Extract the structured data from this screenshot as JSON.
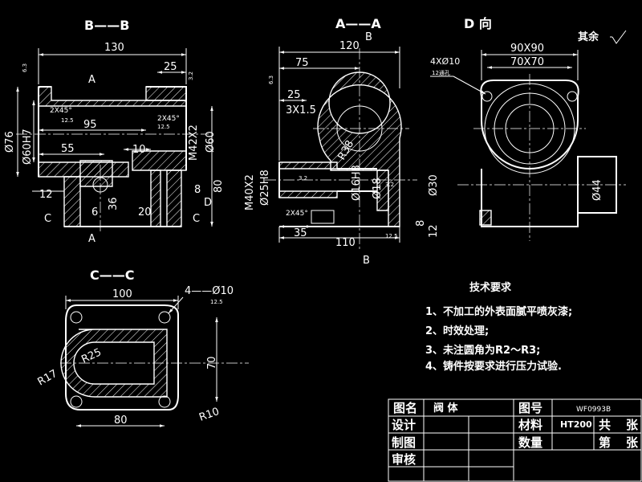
{
  "views": {
    "bb_title": "B——B",
    "aa_title": "A——A",
    "d_title": "D 向",
    "cc_title": "C——C"
  },
  "surface_note": "其余",
  "section_marks": {
    "A": "A",
    "B": "B",
    "C": "C",
    "D": "D"
  },
  "dims_bb": {
    "d130": "130",
    "d25": "25",
    "d95": "95",
    "d55": "55",
    "d10": "10",
    "d12": "12",
    "d6": "6",
    "d36": "36",
    "d20": "20",
    "d8": "8",
    "d80": "80",
    "phi76": "Ø76",
    "phi60h7": "Ø60H7",
    "m42": "M42X2",
    "phi60": "Ø60",
    "cham1": "2X45°",
    "cham2": "2X45°",
    "r1": "12.5",
    "r2": "12.5",
    "r3": "6.3",
    "r4": "3.2"
  },
  "dims_aa": {
    "d120": "120",
    "d75": "75",
    "d25": "25",
    "d3x15": "3X1.5",
    "r38": "R38",
    "m40": "M40X2",
    "phi25h8": "Ø25H8",
    "phi16h8": "Ø16H8",
    "phi18": "Ø18",
    "phi30": "Ø30",
    "d35": "35",
    "d110": "110",
    "d8": "8",
    "d12": "12",
    "cham": "2X45°",
    "r1": "6.3",
    "r2": "3.2",
    "r3": "12.5",
    "r4": "3.2"
  },
  "dims_d": {
    "d90": "90X90",
    "d70": "70X70",
    "holes": "4XØ10",
    "holes_sub": "12通孔",
    "phi44": "Ø44"
  },
  "dims_cc": {
    "d100": "100",
    "holes": "4——Ø10",
    "holes_r": "12.5",
    "r25": "R25",
    "r17": "R17",
    "d70": "70",
    "d80": "80",
    "r10": "R10"
  },
  "tech": {
    "title": "技术要求",
    "items": [
      "1、不加工的外表面腻平喷灰漆;",
      "2、时效处理;",
      "3、未注圆角为R2～R3;",
      "4、铸件按要求进行压力试验."
    ]
  },
  "title_block": {
    "name_label": "图名",
    "name_value": "阀        体",
    "no_label": "图号",
    "no_value": "WF0993B",
    "design": "设计",
    "draw": "制图",
    "check": "审核",
    "material_label": "材料",
    "material_value": "HT200",
    "qty_label": "数量",
    "total": "共",
    "sheet1": "张",
    "page": "第",
    "sheet2": "张"
  }
}
